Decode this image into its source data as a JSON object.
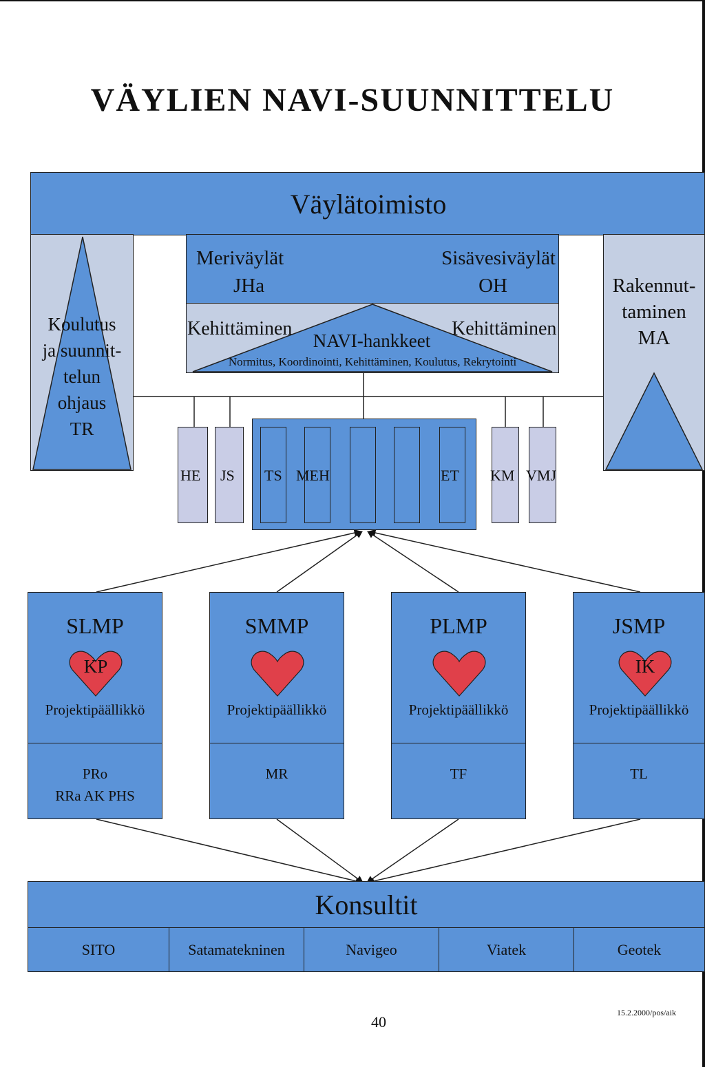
{
  "title": "VÄYLIEN NAVI-SUUNNITTELU",
  "top_unit": "Väylätoimisto",
  "left_unit": {
    "lines": [
      "Koulutus",
      "ja suunnit-",
      "telun",
      "ohjaus",
      "TR"
    ]
  },
  "right_unit": {
    "lines": [
      "Rakennut-",
      "taminen",
      "MA"
    ]
  },
  "center_unit": {
    "meri": "Meriväylät",
    "meri_code": "JHa",
    "sisa": "Sisävesiväylät",
    "sisa_code": "OH",
    "dev_left": "Kehittäminen",
    "dev_right": "Kehittäminen",
    "navi": "NAVI-hankkeet",
    "tasks": "Normitus, Koordinointi, Kehittäminen, Koulutus, Rekrytointi"
  },
  "staff": [
    "HE",
    "JS",
    "TS",
    "MEH",
    "",
    "",
    "ET",
    "KM",
    "VMJ"
  ],
  "projects": [
    {
      "name": "SLMP",
      "heart": "KP",
      "pm": "Projektipäällikkö",
      "bottom": [
        "PRo",
        "RRa AK PHS"
      ]
    },
    {
      "name": "SMMP",
      "heart": "",
      "pm": "Projektipäällikkö",
      "bottom": [
        "MR"
      ]
    },
    {
      "name": "PLMP",
      "heart": "",
      "pm": "Projektipäällikkö",
      "bottom": [
        "TF"
      ]
    },
    {
      "name": "JSMP",
      "heart": "IK",
      "pm": "Projektipäällikkö",
      "bottom": [
        "TL"
      ]
    }
  ],
  "consultants": {
    "title": "Konsultit",
    "items": [
      "SITO",
      "Satamatekninen",
      "Navigeo",
      "Viatek",
      "Geotek"
    ]
  },
  "page_number": "40",
  "footer_ref": "15.2.2000/pos/aik",
  "colors": {
    "blue": "#5b93d8",
    "light_blue": "#c4cfe3",
    "heart": "#e0404a"
  }
}
